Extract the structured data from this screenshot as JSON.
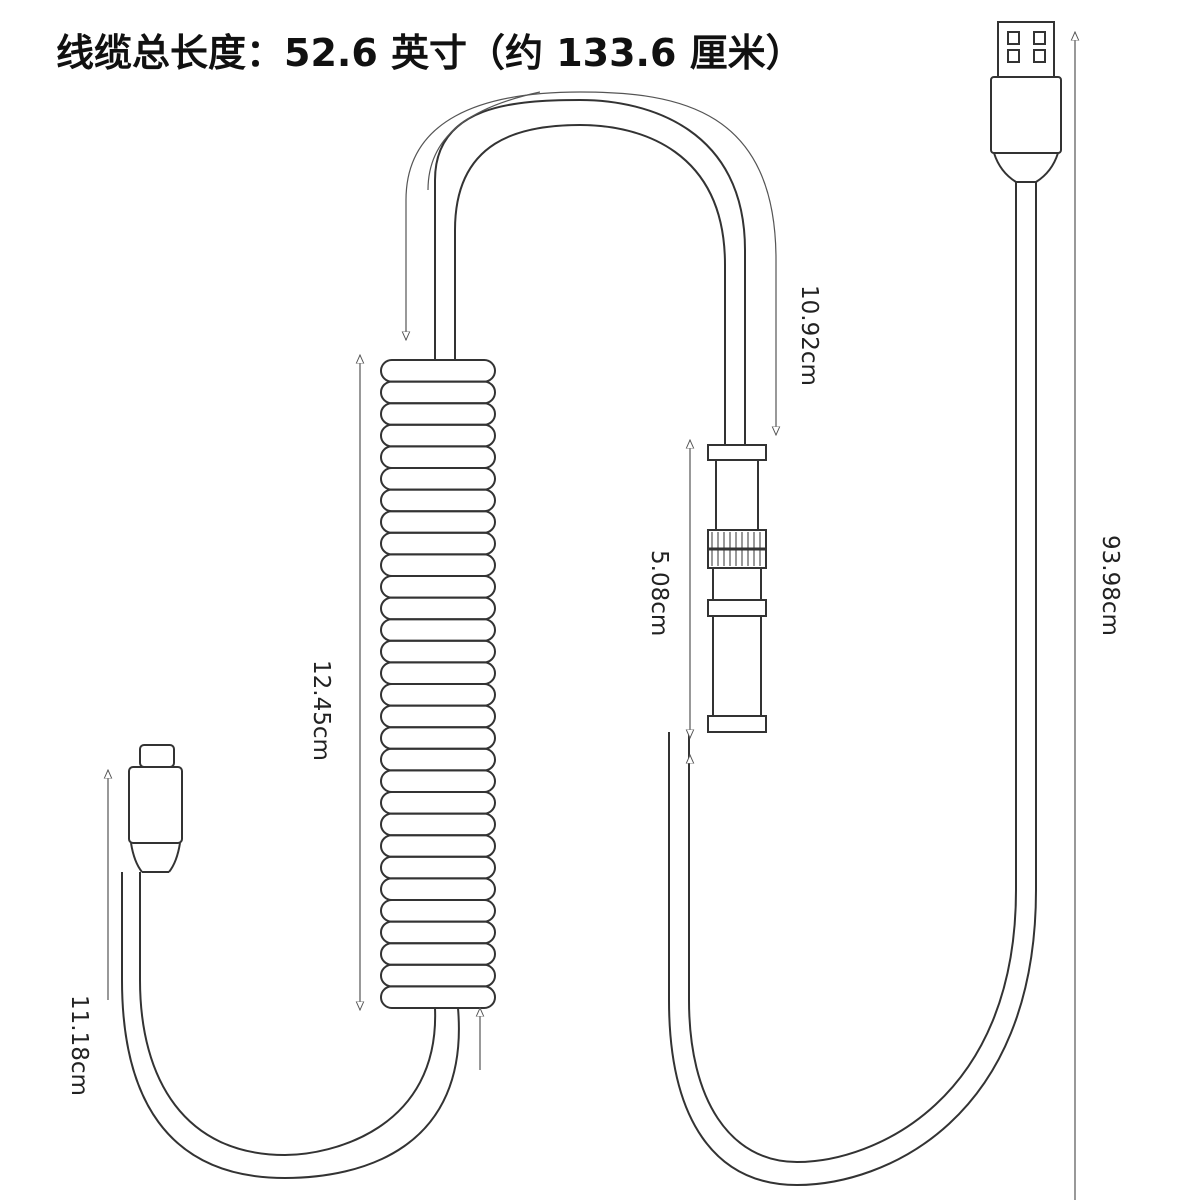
{
  "title": "线缆总长度：52.6 英寸（约 133.6 厘米）",
  "dimensions": {
    "type_c_segment": "11.18cm",
    "coil_length": "12.45cm",
    "aviator_to_bend": "10.92cm",
    "aviator_connector": "5.08cm",
    "usb_segment": "93.98cm"
  },
  "colors": {
    "line": "#333333",
    "dimension_line": "#555555",
    "text": "#222222"
  }
}
